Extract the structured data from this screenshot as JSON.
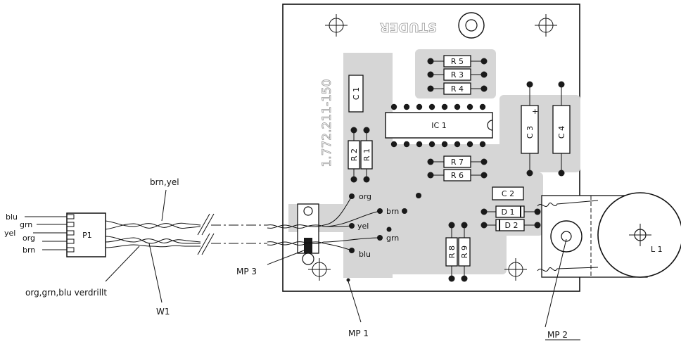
{
  "cable": {
    "wire_labels_left": [
      "blu",
      "grn",
      "yel",
      "org",
      "brn"
    ],
    "twist_label_top": "brn,yel",
    "twist_label_bottom": "org,grn,blu verdrillt",
    "cable_name": "W1",
    "connector": "P1"
  },
  "board": {
    "silkscreen_brand": "STUDER",
    "silkscreen_part": "1.772.211-150",
    "wire_ends": [
      "org",
      "brn",
      "yel",
      "grn",
      "blu"
    ],
    "components": {
      "r5": "R 5",
      "r3": "R 3",
      "r4": "R 4",
      "c1": "C 1",
      "ic1": "IC 1",
      "c3": "C 3",
      "c4": "C 4",
      "r2": "R 2",
      "r1": "R 1",
      "r7": "R 7",
      "r6": "R 6",
      "c2": "C 2",
      "d1": "D 1",
      "d2": "D 2",
      "r8": "R 8",
      "r9": "R 9",
      "l1": "L 1"
    },
    "polarity_mark": "+"
  },
  "measure_points": {
    "mp1": "MP 1",
    "mp2": "MP 2",
    "mp3": "MP 3"
  }
}
